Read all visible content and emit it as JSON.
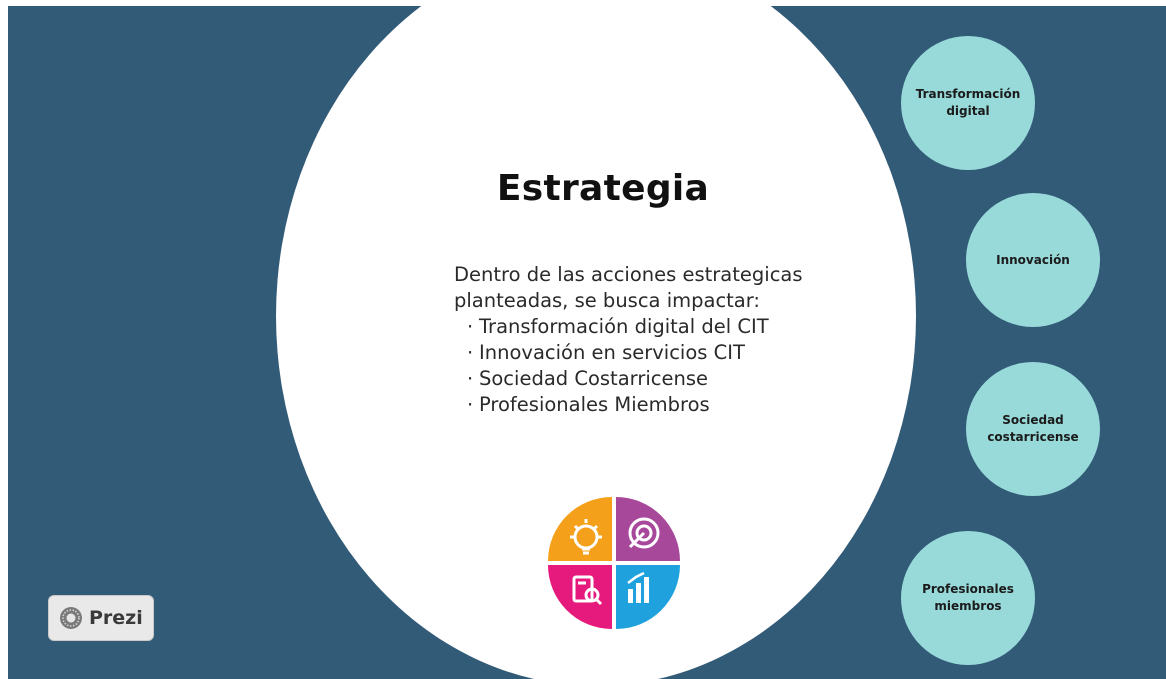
{
  "slide": {
    "title": "Estrategia",
    "intro": "Dentro de las acciones estrategicas planteadas, se busca impactar:",
    "bullets": [
      "Transformación digital del CIT",
      "Innovación en servicios CIT",
      "Sociedad Costarricense",
      "Profesionales Miembros"
    ],
    "icon": "strategy-quadrant-icon"
  },
  "side_topics": [
    "Transformación digital",
    "Innovación",
    "Sociedad costarricense",
    "Profesionales miembros"
  ],
  "branding": {
    "label": "Prezi",
    "icon": "prezi-logo-icon"
  },
  "colors": {
    "background": "#325b78",
    "main_circle": "#ffffff",
    "side_circle": "#98d9d9",
    "icon_orange": "#f5a01a",
    "icon_purple": "#a8489b",
    "icon_pink": "#e6197c",
    "icon_blue": "#1ea1dc"
  }
}
